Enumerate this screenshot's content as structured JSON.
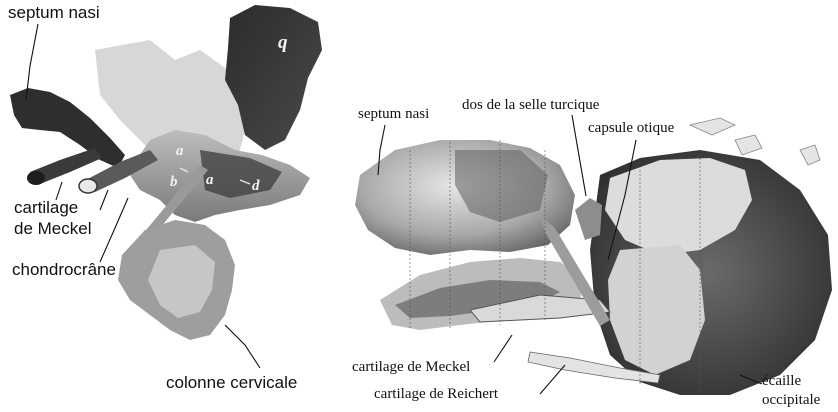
{
  "left_figure": {
    "labels": {
      "septum_nasi": "septum nasi",
      "cartilage_line1": "cartilage",
      "cartilage_line2": "de Meckel",
      "chondrocrane": "chondrocrâne",
      "colonne": "colonne cervicale"
    },
    "letters": {
      "q": "q",
      "a_upper": "a",
      "b": "b",
      "a_lower": "a",
      "d": "d"
    }
  },
  "right_figure": {
    "labels": {
      "septum_nasi": "septum nasi",
      "dos_selle": "dos de la selle turcique",
      "capsule": "capsule otique",
      "meckel": "cartilage de Meckel",
      "reichert": "cartilage de Reichert",
      "ecaille_line1": "écaille",
      "ecaille_line2": "occipitale"
    }
  }
}
